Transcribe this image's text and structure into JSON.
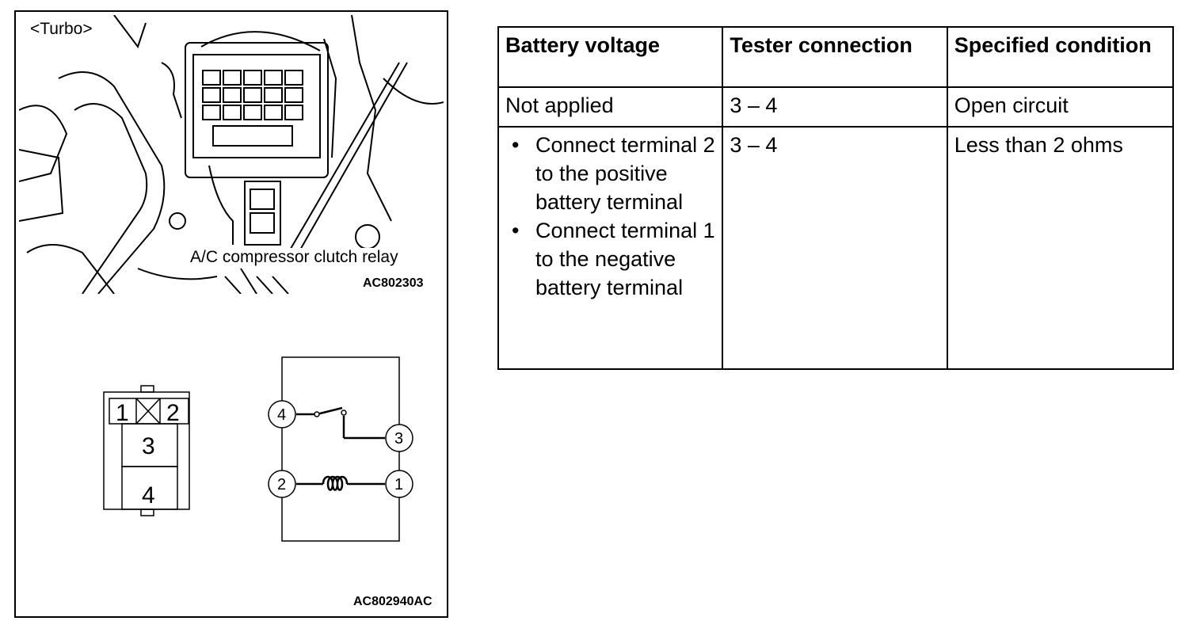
{
  "figure": {
    "turbo_label": "<Turbo>",
    "relay_label": "A/C compressor clutch relay",
    "photo_code": "AC802303",
    "figure_code": "AC802940AC",
    "connector_terminals": [
      "1",
      "2",
      "3",
      "4"
    ],
    "circuit_terminals": [
      "4",
      "3",
      "2",
      "1"
    ]
  },
  "table": {
    "headers": [
      "Battery voltage",
      "Tester connection",
      "Specified condition"
    ],
    "rows": [
      {
        "battery_voltage": "Not applied",
        "tester_connection": "3 – 4",
        "specified_condition": "Open circuit"
      },
      {
        "battery_voltage_items": [
          "Connect terminal 2 to the positive battery terminal",
          "Connect terminal 1 to the negative battery terminal"
        ],
        "tester_connection": "3 – 4",
        "specified_condition": "Less than 2 ohms"
      }
    ]
  }
}
